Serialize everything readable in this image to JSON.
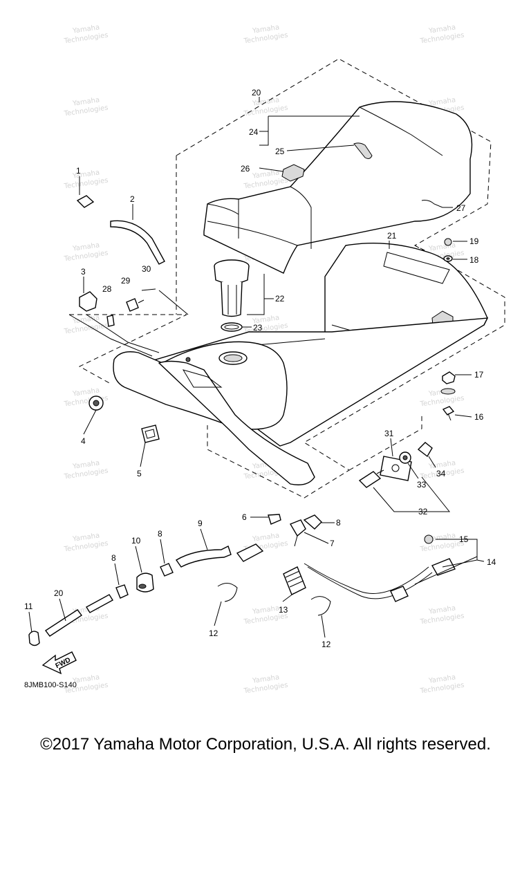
{
  "diagram": {
    "part_labels": {
      "p1": "1",
      "p2": "2",
      "p3": "3",
      "p4": "4",
      "p5": "5",
      "p6": "6",
      "p7": "7",
      "p8a": "8",
      "p8b": "8",
      "p8c": "8",
      "p9": "9",
      "p10": "10",
      "p11": "11",
      "p12a": "12",
      "p12b": "12",
      "p13": "13",
      "p14": "14",
      "p15": "15",
      "p16": "16",
      "p17": "17",
      "p18": "18",
      "p19": "19",
      "p20a": "20",
      "p20b": "20",
      "p21": "21",
      "p22": "22",
      "p23": "23",
      "p24": "24",
      "p25": "25",
      "p26": "26",
      "p27": "27",
      "p28": "28",
      "p29": "29",
      "p30": "30",
      "p31": "31",
      "p32": "32",
      "p33": "33",
      "p34": "34"
    },
    "diagram_code": "8JMB100-S140",
    "fwd_label": "FWD",
    "watermark": {
      "line1": "Yamaha",
      "line2": "Technologies"
    }
  },
  "footer": {
    "copyright": "©2017 Yamaha Motor Corporation, U.S.A. All rights reserved."
  }
}
